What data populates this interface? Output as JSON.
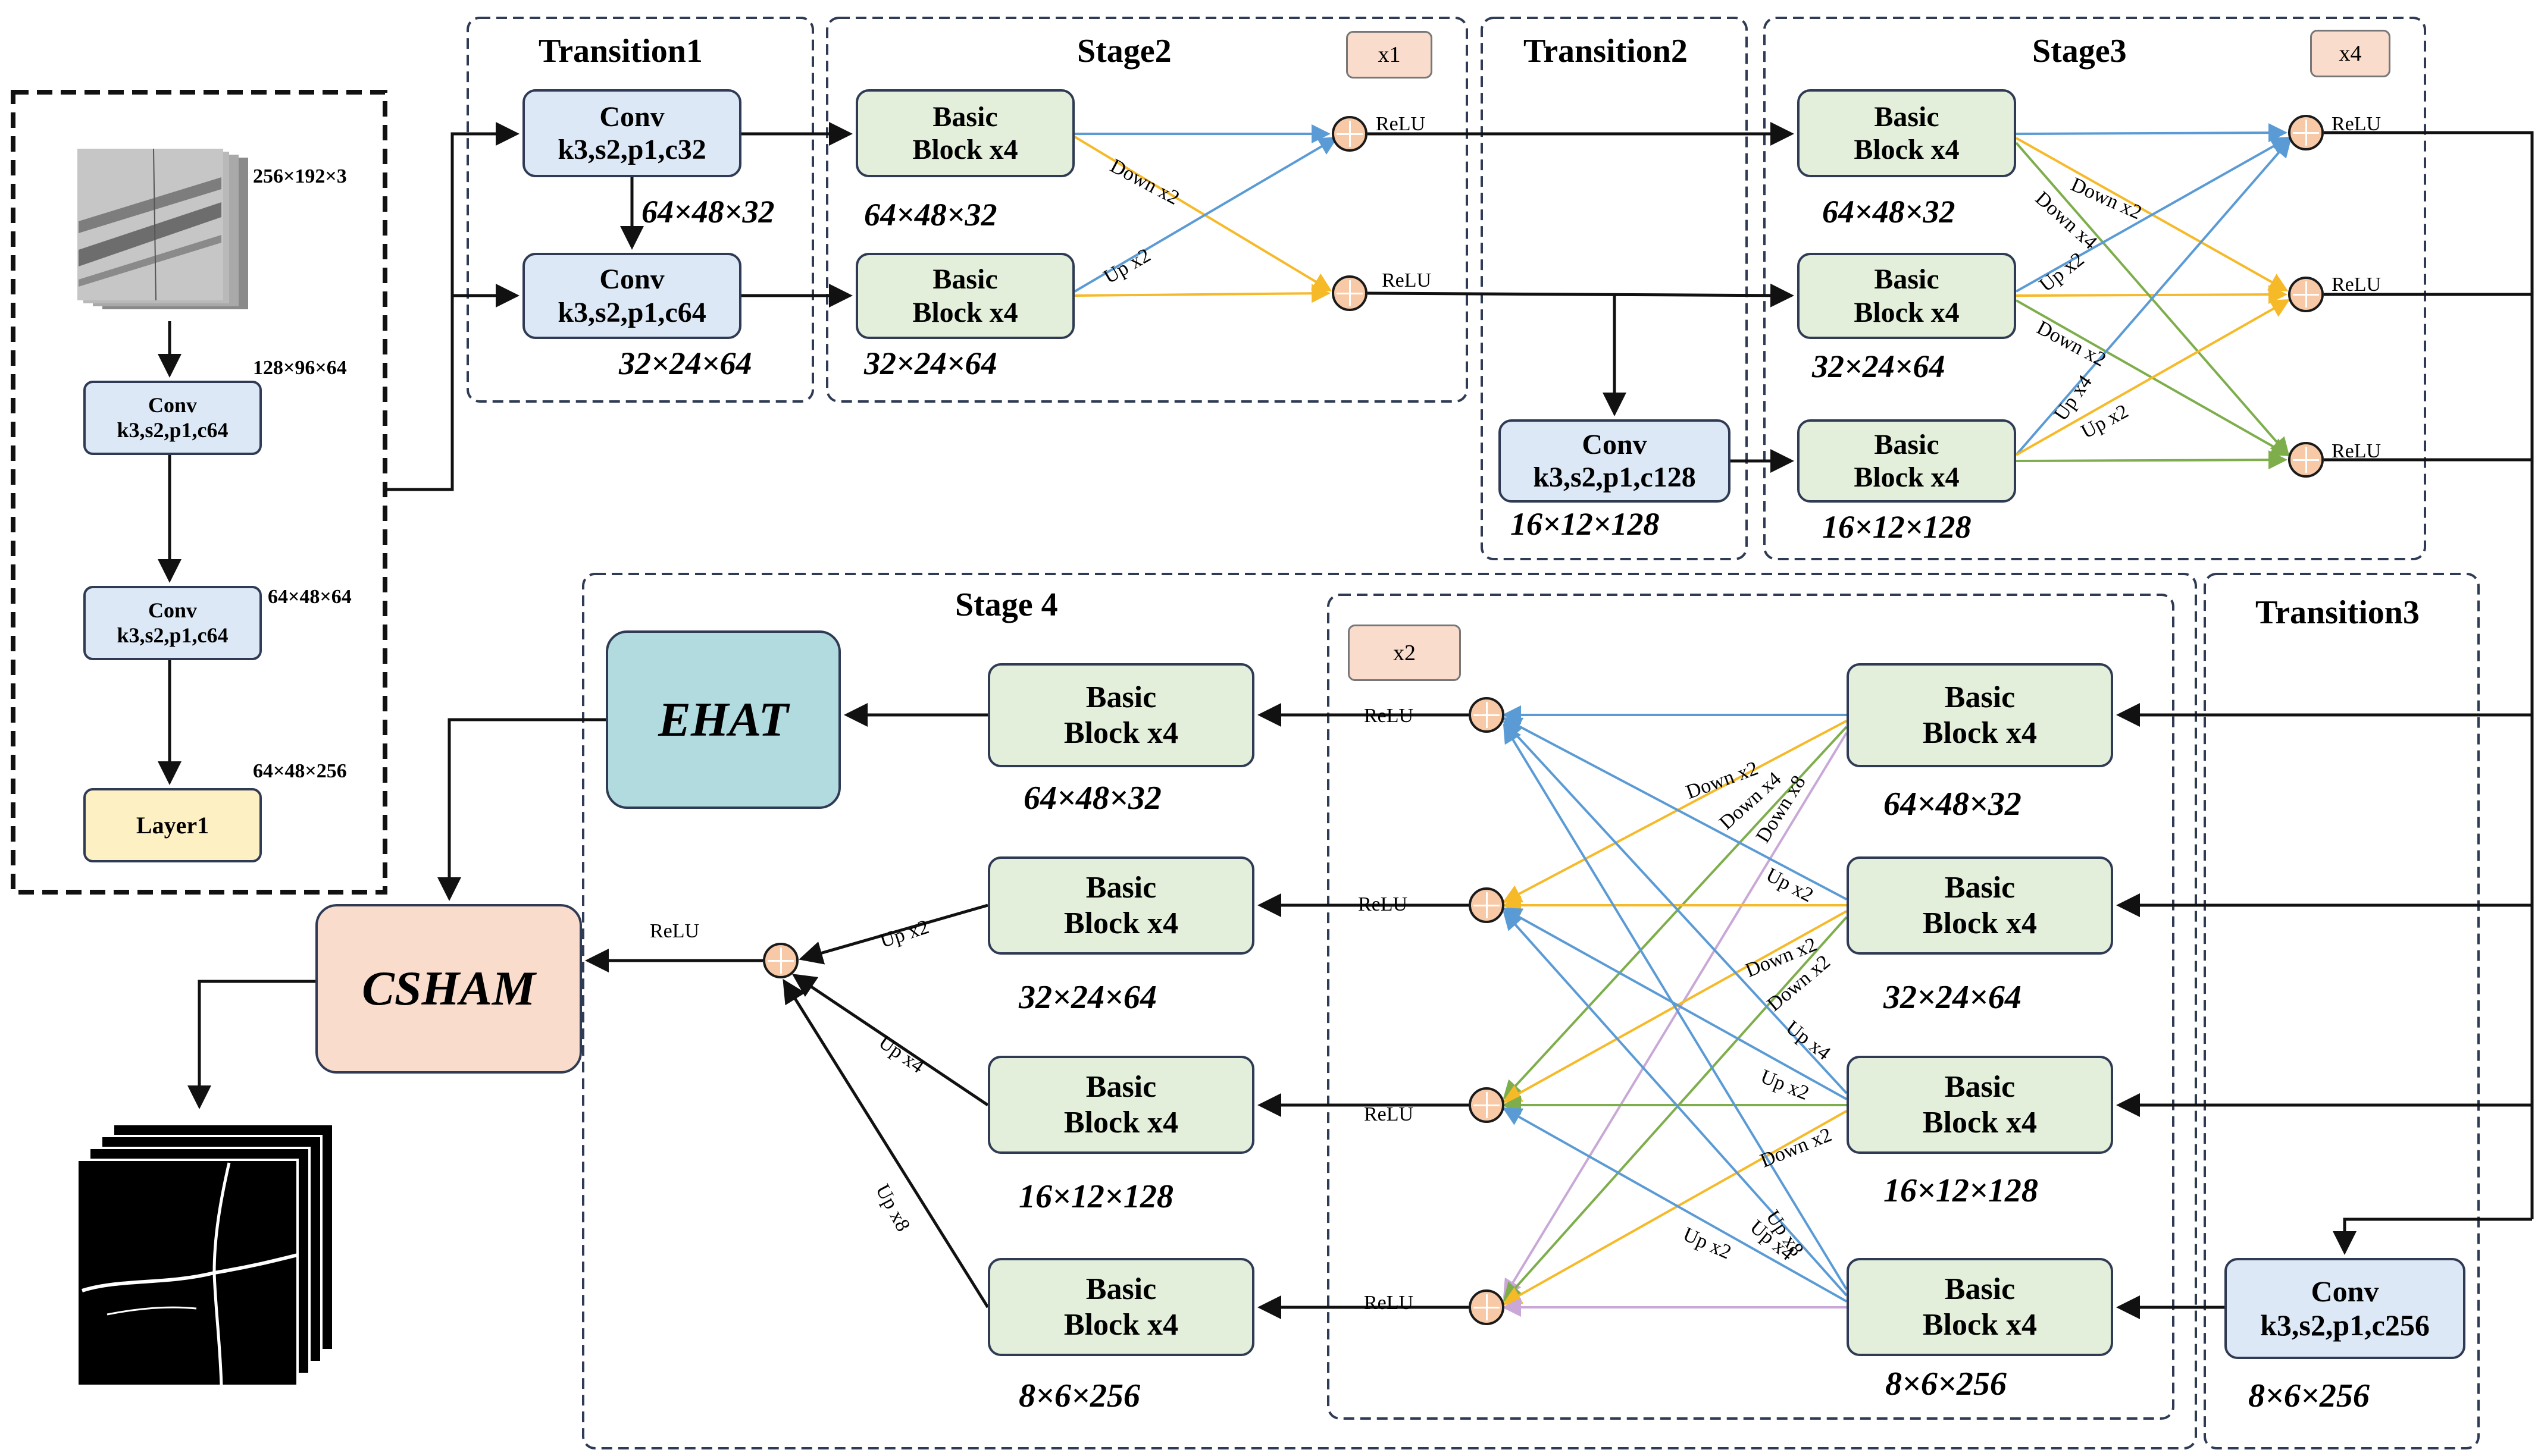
{
  "colors": {
    "down": "#f6b928",
    "up": "#5b9bd5",
    "down4": "#7eae4c",
    "up8": "#c9a8d8",
    "main": "#111111"
  },
  "stem": {
    "dims": [
      "256×192×3",
      "128×96×64",
      "64×48×64",
      "64×48×256"
    ],
    "conv_title": "Conv",
    "conv_params": "k3,s2,p1,c64",
    "layer1": "Layer1"
  },
  "transition1": {
    "title": "Transition1",
    "conv1_title": "Conv",
    "conv1_params": "k3,s2,p1,c32",
    "conv2_title": "Conv",
    "conv2_params": "k3,s2,p1,c64",
    "dim1": "64×48×32",
    "dim2": "32×24×64"
  },
  "stage2": {
    "title": "Stage2",
    "repeat": "x1",
    "block1": "Basic",
    "block2": "Block x4",
    "dim1": "64×48×32",
    "dim2": "32×24×64",
    "down": "Down x2",
    "up": "Up x2"
  },
  "transition2": {
    "title": "Transition2",
    "conv_title": "Conv",
    "conv_params": "k3,s2,p1,c128",
    "dim": "16×12×128"
  },
  "stage3": {
    "title": "Stage3",
    "repeat": "x4",
    "dims": [
      "64×48×32",
      "32×24×64",
      "16×12×128"
    ],
    "labels": [
      "Down x2",
      "Down x4",
      "Up x2",
      "Down x2",
      "Up x4",
      "Up x2"
    ]
  },
  "stage4": {
    "title": "Stage 4",
    "repeat": "x2",
    "dims": [
      "64×48×32",
      "32×24×64",
      "16×12×128",
      "8×6×256"
    ],
    "out_dims": [
      "64×48×32",
      "32×24×64",
      "16×12×128",
      "8×6×256"
    ],
    "labels": [
      "Down x2",
      "Down x4",
      "Down x8",
      "Up x2",
      "Down x2",
      "Down x2",
      "Up x4",
      "Up x2",
      "Down x2",
      "Up x8",
      "Up x4",
      "Up x2"
    ],
    "fuse_labels": [
      "Up x2",
      "Up x4",
      "Up x8"
    ]
  },
  "transition3": {
    "title": "Transition3",
    "conv_title": "Conv",
    "conv_params": "k3,s2,p1,c256",
    "dim": "8×6×256"
  },
  "relu": "ReLU",
  "ehat": "EHAT",
  "csham": "CSHAM"
}
